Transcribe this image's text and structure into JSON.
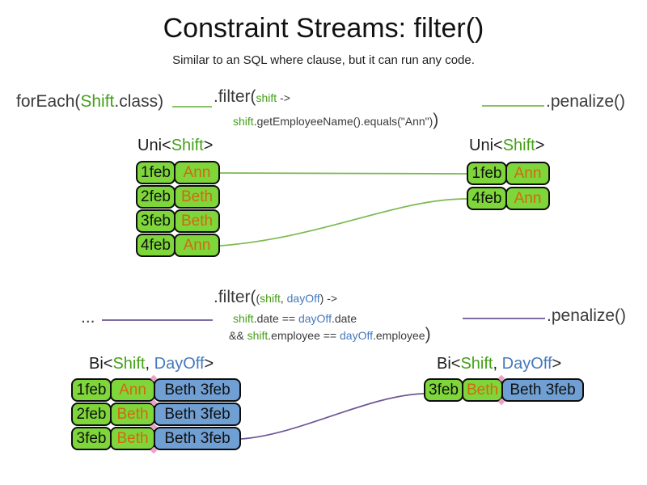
{
  "title": "Constraint Streams: filter()",
  "subtitle": "Similar to an SQL where clause, but it can run any code.",
  "colors": {
    "keyword_green": "#44a018",
    "keyword_blue": "#4679bd",
    "value_orange": "#d2690f",
    "cell_green": "#7ed63a",
    "cell_blue": "#6f9fd3",
    "connector_green": "#7cb950",
    "connector_purple": "#6e5694"
  },
  "pipeline1": {
    "foreach_pre": "forEach(",
    "foreach_type": "Shift",
    "foreach_post": ".class)",
    "filter_method": ".filter(",
    "filter_param": "shift",
    "filter_arrow": " ->",
    "filter_body_var": "shift",
    "filter_body": ".getEmployeeName().equals(\"Ann\")",
    "filter_close": ")",
    "penalize": ".penalize()"
  },
  "uni_label": {
    "pre": "Uni<",
    "type": "Shift",
    "post": ">"
  },
  "pipeline2": {
    "source": "...",
    "filter_method": ".filter(",
    "sig_open": "(",
    "param1": "shift",
    "sig_comma": ", ",
    "param2": "dayOff",
    "sig_close": ") ->",
    "l2_var1": "shift",
    "l2_mid": ".date == ",
    "l2_var2": "dayOff",
    "l2_end": ".date",
    "l3_and": "&& ",
    "l3_var1": "shift",
    "l3_mid": ".employee == ",
    "l3_var2": "dayOff",
    "l3_end": ".employee",
    "filter_close": ")",
    "penalize": ".penalize()"
  },
  "bi_label": {
    "pre": "Bi<",
    "type1": "Shift",
    "comma": ", ",
    "type2": "DayOff",
    "post": ">"
  },
  "tables": {
    "top_left": [
      [
        "1feb",
        "Ann"
      ],
      [
        "2feb",
        "Beth"
      ],
      [
        "3feb",
        "Beth"
      ],
      [
        "4feb",
        "Ann"
      ]
    ],
    "top_right": [
      [
        "1feb",
        "Ann"
      ],
      [
        "4feb",
        "Ann"
      ]
    ],
    "bottom_left": [
      [
        "1feb",
        "Ann",
        "Beth 3feb"
      ],
      [
        "2feb",
        "Beth",
        "Beth 3feb"
      ],
      [
        "3feb",
        "Beth",
        "Beth 3feb"
      ]
    ],
    "bottom_right": [
      [
        "3feb",
        "Beth",
        "Beth 3feb"
      ]
    ]
  }
}
